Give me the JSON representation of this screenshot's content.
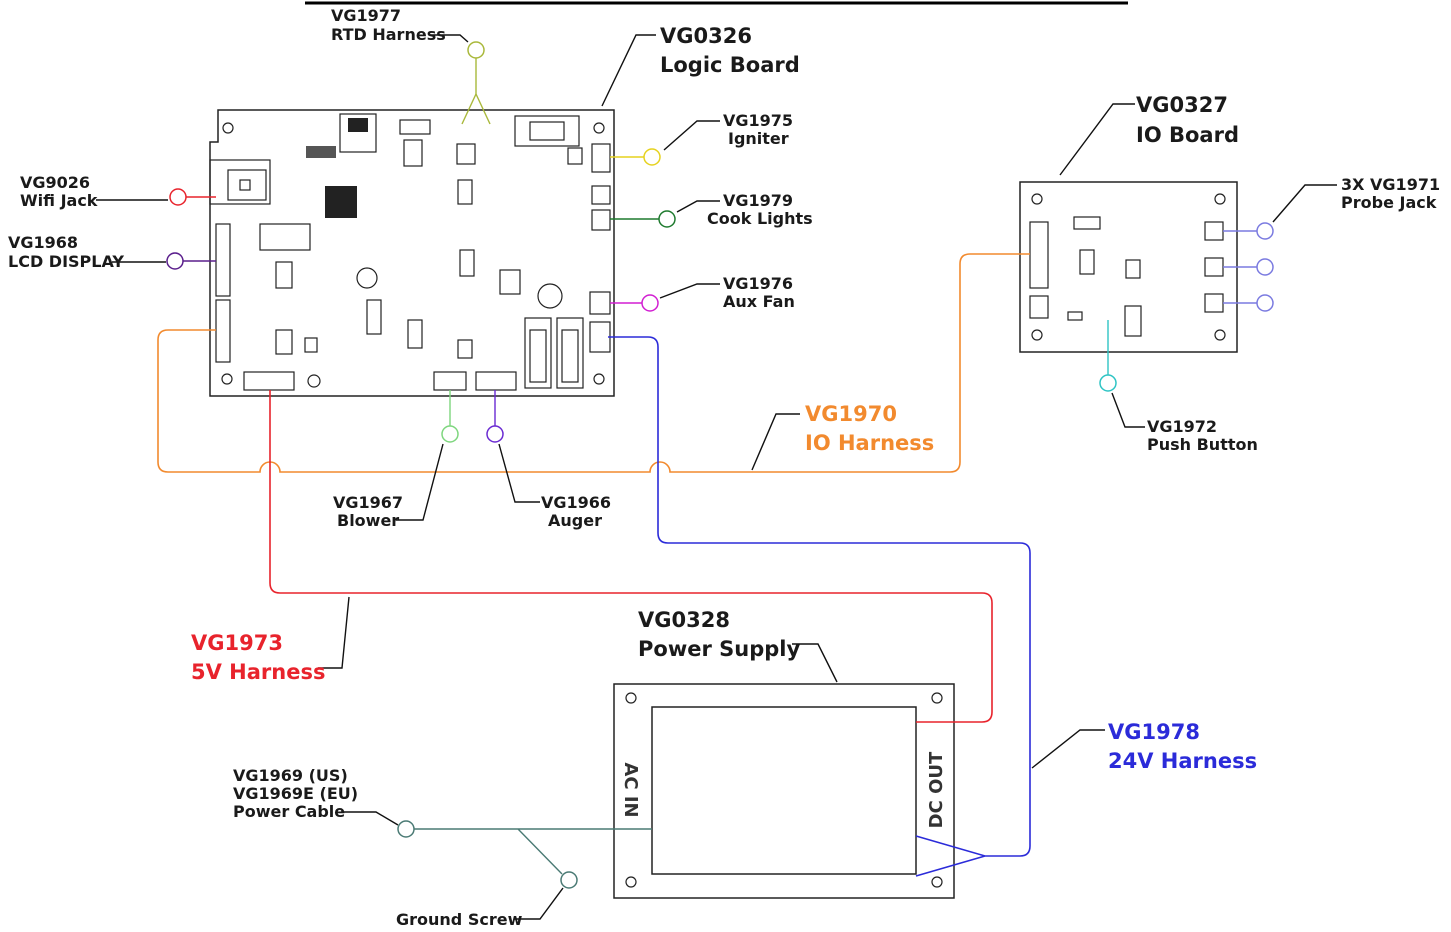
{
  "logic_board": {
    "code": "VG0326",
    "name": "Logic Board"
  },
  "io_board": {
    "code": "VG0327",
    "name": "IO Board"
  },
  "power_supply": {
    "code": "VG0328",
    "name": "Power Supply",
    "ac_label": "AC IN",
    "dc_label": "DC OUT"
  },
  "connectors": {
    "rtd": {
      "code": "VG1977",
      "name": "RTD Harness"
    },
    "igniter": {
      "code": "VG1975",
      "name": "Igniter"
    },
    "cook_lights": {
      "code": "VG1979",
      "name": "Cook Lights"
    },
    "aux_fan": {
      "code": "VG1976",
      "name": "Aux Fan"
    },
    "wifi": {
      "code": "VG9026",
      "name": "Wifi Jack"
    },
    "lcd": {
      "code": "VG1968",
      "name": "LCD DISPLAY"
    },
    "blower": {
      "code": "VG1967",
      "name": "Blower"
    },
    "auger": {
      "code": "VG1966",
      "name": "Auger"
    },
    "probe": {
      "code": "3X VG1971",
      "name": "Probe Jack"
    },
    "push_button": {
      "code": "VG1972",
      "name": "Push Button"
    },
    "power_cable": {
      "code_us": "VG1969 (US)",
      "code_eu": "VG1969E (EU)",
      "name": "Power Cable"
    },
    "ground": {
      "name": "Ground Screw"
    }
  },
  "harnesses": {
    "io": {
      "code": "VG1970",
      "name": "IO Harness",
      "color": "#f28a2e"
    },
    "v5": {
      "code": "VG1973",
      "name": "5V Harness",
      "color": "#e8232c"
    },
    "v24": {
      "code": "VG1978",
      "name": "24V Harness",
      "color": "#2b2bd9"
    }
  },
  "colors": {
    "rtd": "#a9b83a",
    "igniter": "#e6d21e",
    "cook_lights": "#1e7a2e",
    "aux_fan": "#d21ed2",
    "wifi": "#e8232c",
    "lcd": "#5a1e8c",
    "blower": "#7ed67e",
    "auger": "#6a2ad2",
    "probe": "#7a7ae0",
    "push_button": "#2ec4c4",
    "power": "#4a7a74"
  }
}
